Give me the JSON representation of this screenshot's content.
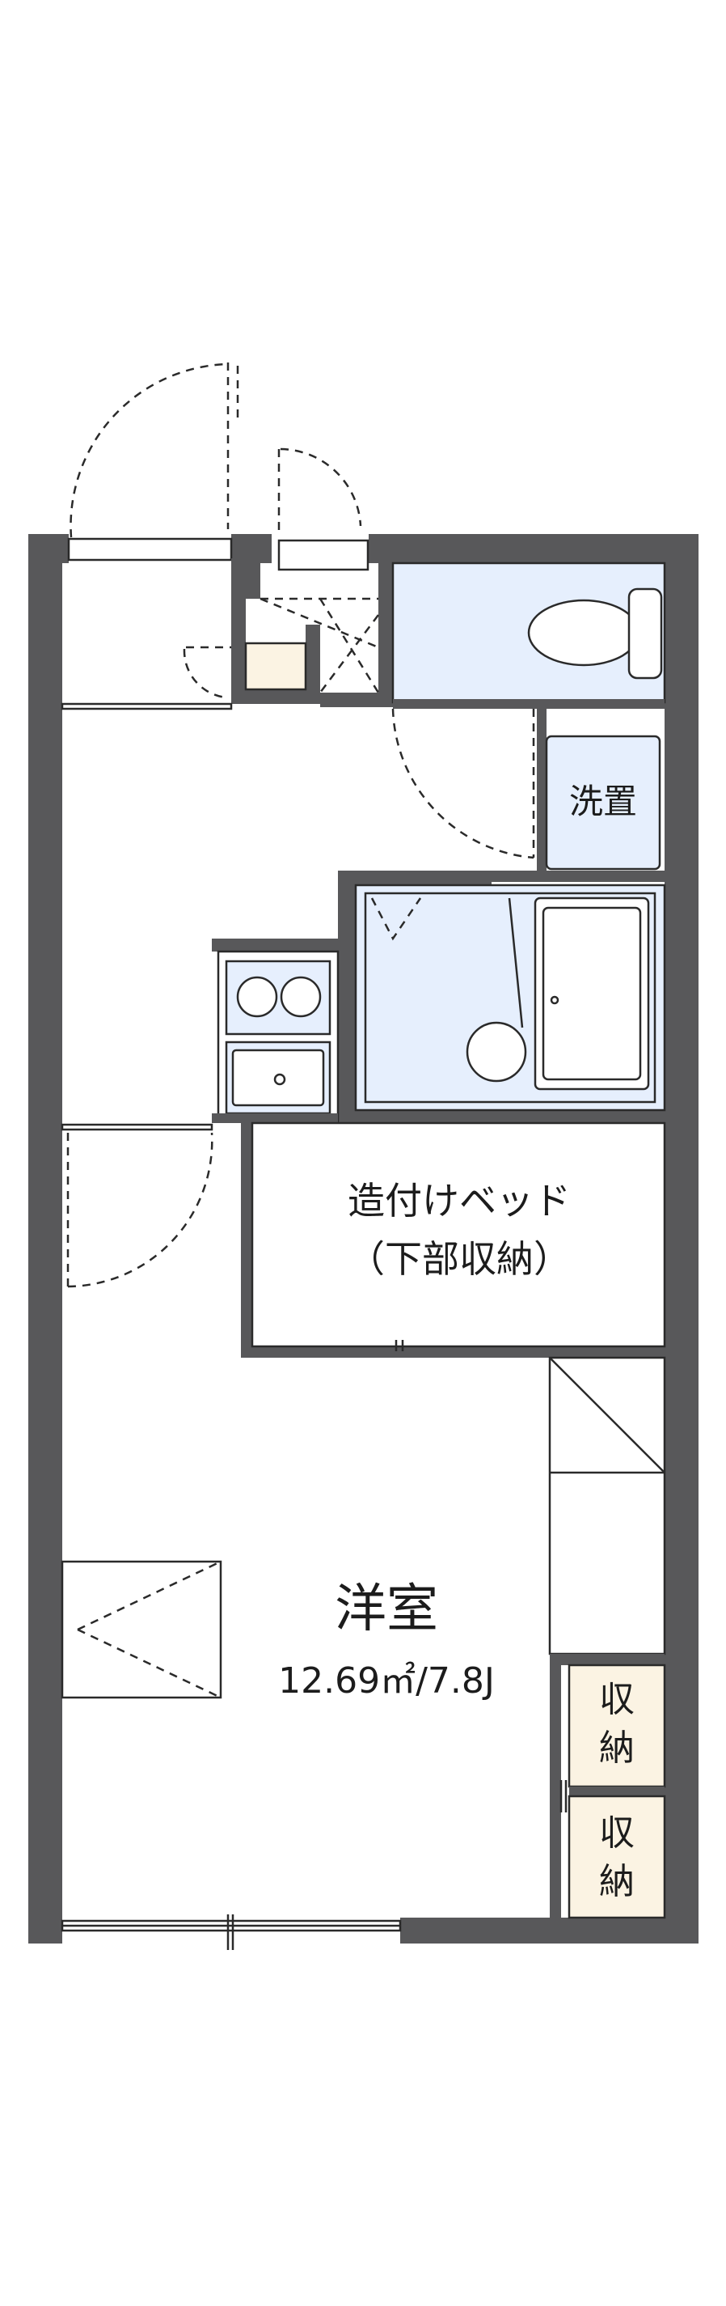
{
  "rooms": {
    "washer": "洗置",
    "bed_line1": "造付けベッド",
    "bed_line2": "（下部収納）",
    "main_name": "洋室",
    "main_size": "12.69㎡/7.8J",
    "storage_upper_1": "収",
    "storage_upper_2": "納",
    "storage_lower_1": "収",
    "storage_lower_2": "納"
  },
  "colors": {
    "wall": "#58585a",
    "wet_area": "#e6effd",
    "storage": "#fbf3e3"
  }
}
